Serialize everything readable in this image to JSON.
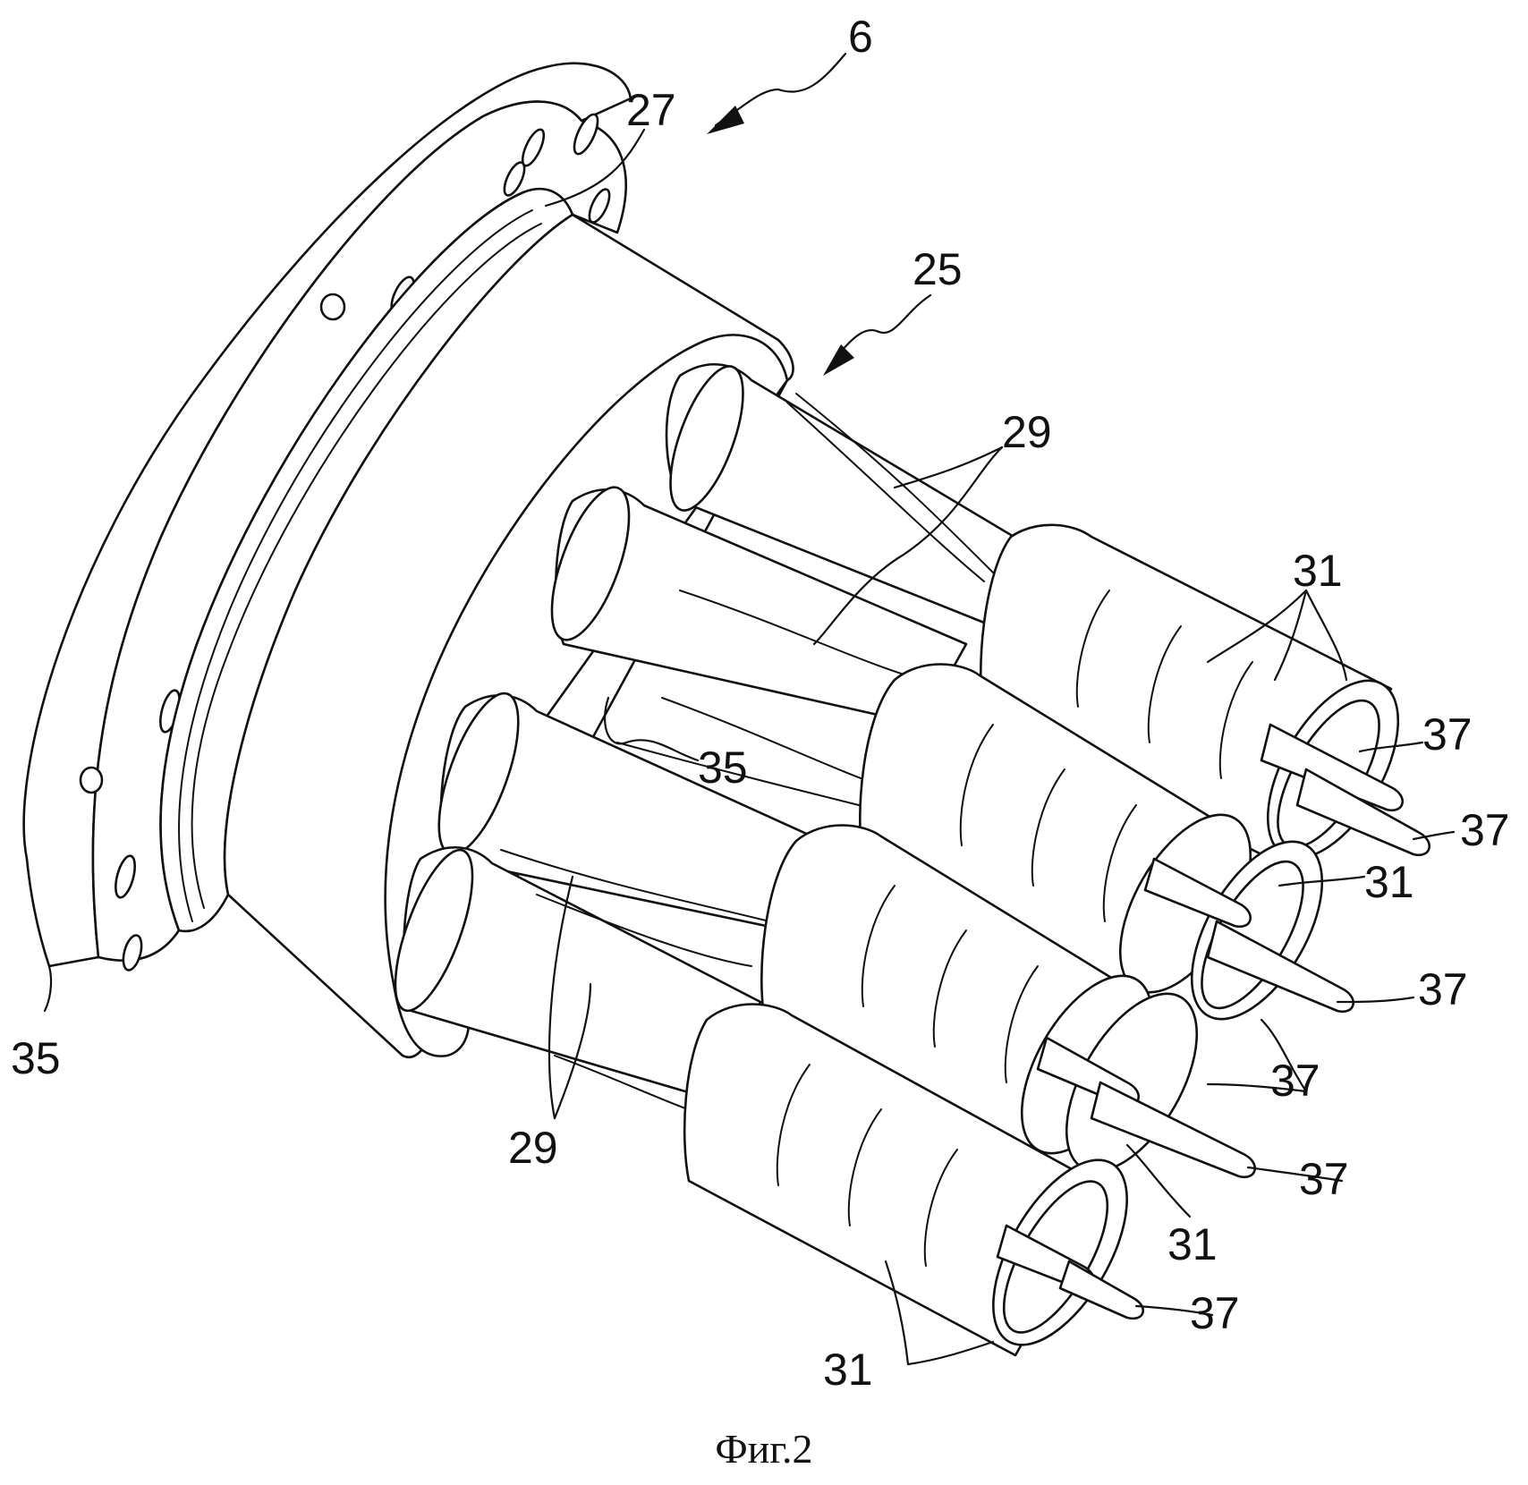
{
  "figure": {
    "caption": "Фиг.2"
  },
  "reference_numerals": {
    "assembly": "6",
    "flange_inner": "27",
    "burner_group": "25",
    "flange_outer": "35",
    "spoke": "35",
    "nozzle_upper": "29",
    "nozzle_lower": "29",
    "tube_top": "31",
    "tube_mid_right": "31",
    "tube_lower_mid": "31",
    "tube_bottom": "31",
    "lance_a": "37",
    "lance_b": "37",
    "lance_c": "37",
    "lance_d": "37",
    "lance_e": "37",
    "lance_f": "37"
  }
}
